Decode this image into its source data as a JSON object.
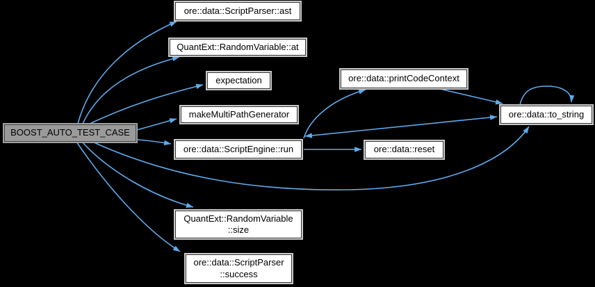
{
  "diagram": {
    "title": "BOOST_AUTO_TEST_CASE call graph",
    "type": "call-graph",
    "colors": {
      "background": "#000000",
      "edge": "#5fabec",
      "node_fill": "#ffffff",
      "node_border": "#373737",
      "node_outline": "#c9c9c9",
      "main_node_fill": "#9a9a9a",
      "text": "#000000"
    },
    "nodes": {
      "boost": {
        "label": "BOOST_AUTO_TEST_CASE"
      },
      "ast": {
        "label": "ore::data::ScriptParser::ast"
      },
      "at": {
        "label": "QuantExt::RandomVariable::at"
      },
      "expectation": {
        "label": "expectation"
      },
      "makeMultiPathGenerator": {
        "label": "makeMultiPathGenerator"
      },
      "run": {
        "label": "ore::data::ScriptEngine::run"
      },
      "printCodeContext": {
        "label": "ore::data::printCodeContext"
      },
      "to_string": {
        "label": "ore::data::to_string"
      },
      "reset": {
        "label": "ore::data::reset"
      },
      "size": {
        "label": "QuantExt::RandomVariable\n::size"
      },
      "success": {
        "label": "ore::data::ScriptParser\n::success"
      }
    },
    "edges": [
      {
        "from": "BOOST_AUTO_TEST_CASE",
        "to": "ore::data::ScriptParser::ast"
      },
      {
        "from": "BOOST_AUTO_TEST_CASE",
        "to": "QuantExt::RandomVariable::at"
      },
      {
        "from": "BOOST_AUTO_TEST_CASE",
        "to": "expectation"
      },
      {
        "from": "BOOST_AUTO_TEST_CASE",
        "to": "makeMultiPathGenerator"
      },
      {
        "from": "BOOST_AUTO_TEST_CASE",
        "to": "ore::data::ScriptEngine::run"
      },
      {
        "from": "BOOST_AUTO_TEST_CASE",
        "to": "ore::data::to_string"
      },
      {
        "from": "BOOST_AUTO_TEST_CASE",
        "to": "QuantExt::RandomVariable::size"
      },
      {
        "from": "BOOST_AUTO_TEST_CASE",
        "to": "ore::data::ScriptParser::success"
      },
      {
        "from": "ore::data::ScriptEngine::run",
        "to": "ore::data::printCodeContext"
      },
      {
        "from": "ore::data::ScriptEngine::run",
        "to": "ore::data::reset"
      },
      {
        "from": "ore::data::ScriptEngine::run",
        "to": "ore::data::to_string",
        "bidirectional": true
      },
      {
        "from": "ore::data::printCodeContext",
        "to": "ore::data::to_string"
      },
      {
        "from": "ore::data::to_string",
        "to": "ore::data::to_string",
        "self": true
      }
    ]
  }
}
